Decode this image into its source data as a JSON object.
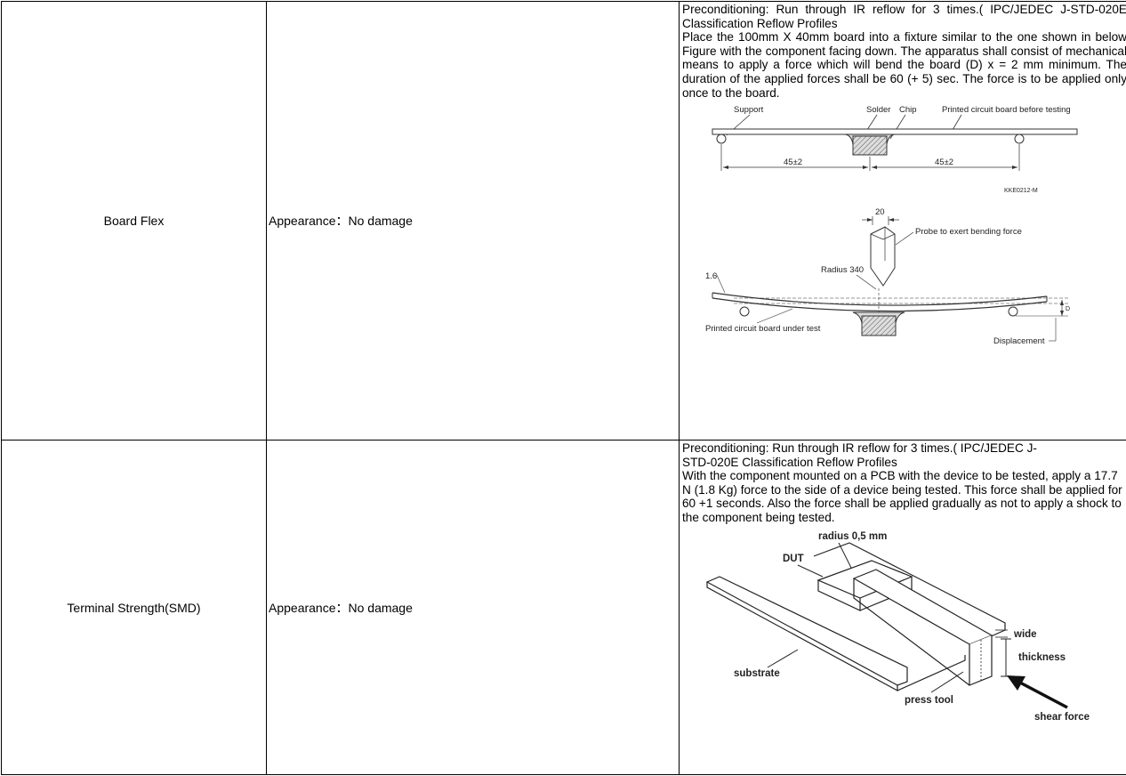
{
  "rows": [
    {
      "item": "Board Flex",
      "requirement": "Appearance：No damage",
      "method": {
        "preconditioning": "Preconditioning: Run through IR reflow for 3 times.( IPC/JEDEC J-STD-020E Classification Reflow Profiles",
        "procedure": "Place the 100mm X 40mm board into a fixture similar to the one shown in below Figure with the component facing down. The apparatus shall consist of mechanical means to apply a force which will bend the board (D) x = 2 mm minimum. The duration of the applied forces shall be 60 (+ 5) sec. The force is to be applied only once to the board."
      },
      "figure_top": {
        "support": "Support",
        "solder": "Solder",
        "chip": "Chip",
        "pcb_before": "Printed circuit board before testing",
        "dim_left": "45±2",
        "dim_right": "45±2",
        "code": "KKE0212-M"
      },
      "figure_bottom": {
        "width": "20",
        "probe": "Probe to exert bending force",
        "radius": "Radius 340",
        "thickness": "1.6",
        "pcb_under": "Printed circuit board under test",
        "d": "D",
        "displacement": "Displacement"
      }
    },
    {
      "item": "Terminal Strength(SMD)",
      "requirement": "Appearance：No damage",
      "method": {
        "preconditioning": "Preconditioning: Run through IR reflow for 3 times.( IPC/JEDEC J-STD-020E Classification Reflow Profiles",
        "procedure": "With the component mounted on a PCB with the device to be tested, apply a 17.7 N (1.8 Kg) force to the side of a device being tested. This force shall be applied for 60 +1 seconds. Also the force shall be applied gradually as not to apply a shock to the component being tested."
      },
      "figure": {
        "radius": "radius 0,5 mm",
        "dut": "DUT",
        "wide": "wide",
        "thickness": "thickness",
        "substrate": "substrate",
        "press_tool": "press tool",
        "shear_force": "shear force"
      }
    }
  ]
}
